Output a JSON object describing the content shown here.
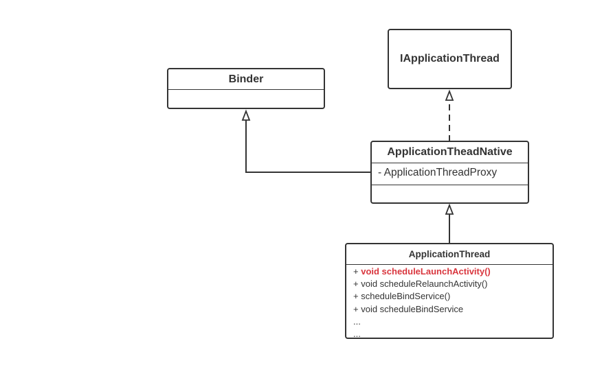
{
  "diagram": {
    "binder": {
      "name": "Binder"
    },
    "iapplication_thread": {
      "name": "IApplicationThread"
    },
    "application_thread_native": {
      "name": "ApplicationTheadNative",
      "attributes": [
        "- ApplicationThreadProxy"
      ]
    },
    "application_thread": {
      "name": "ApplicationThread",
      "methods": [
        {
          "prefix": "+ ",
          "text": "void scheduleLaunchActivity()",
          "highlight": true
        },
        {
          "prefix": "+ ",
          "text": "void scheduleRelaunchActivity()",
          "highlight": false
        },
        {
          "prefix": "+ ",
          "text": "scheduleBindService()",
          "highlight": false
        },
        {
          "prefix": "+ ",
          "text": "void scheduleBindService",
          "highlight": false
        },
        {
          "prefix": "",
          "text": "...",
          "highlight": false
        },
        {
          "prefix": "",
          "text": "...",
          "highlight": false
        }
      ]
    },
    "relations": [
      {
        "from": "application_thread_native",
        "to": "binder",
        "type": "inheritance"
      },
      {
        "from": "application_thread_native",
        "to": "iapplication_thread",
        "type": "realization"
      },
      {
        "from": "application_thread",
        "to": "application_thread_native",
        "type": "inheritance"
      }
    ],
    "colors": {
      "line": "#333333",
      "highlight": "#d9363e"
    }
  }
}
